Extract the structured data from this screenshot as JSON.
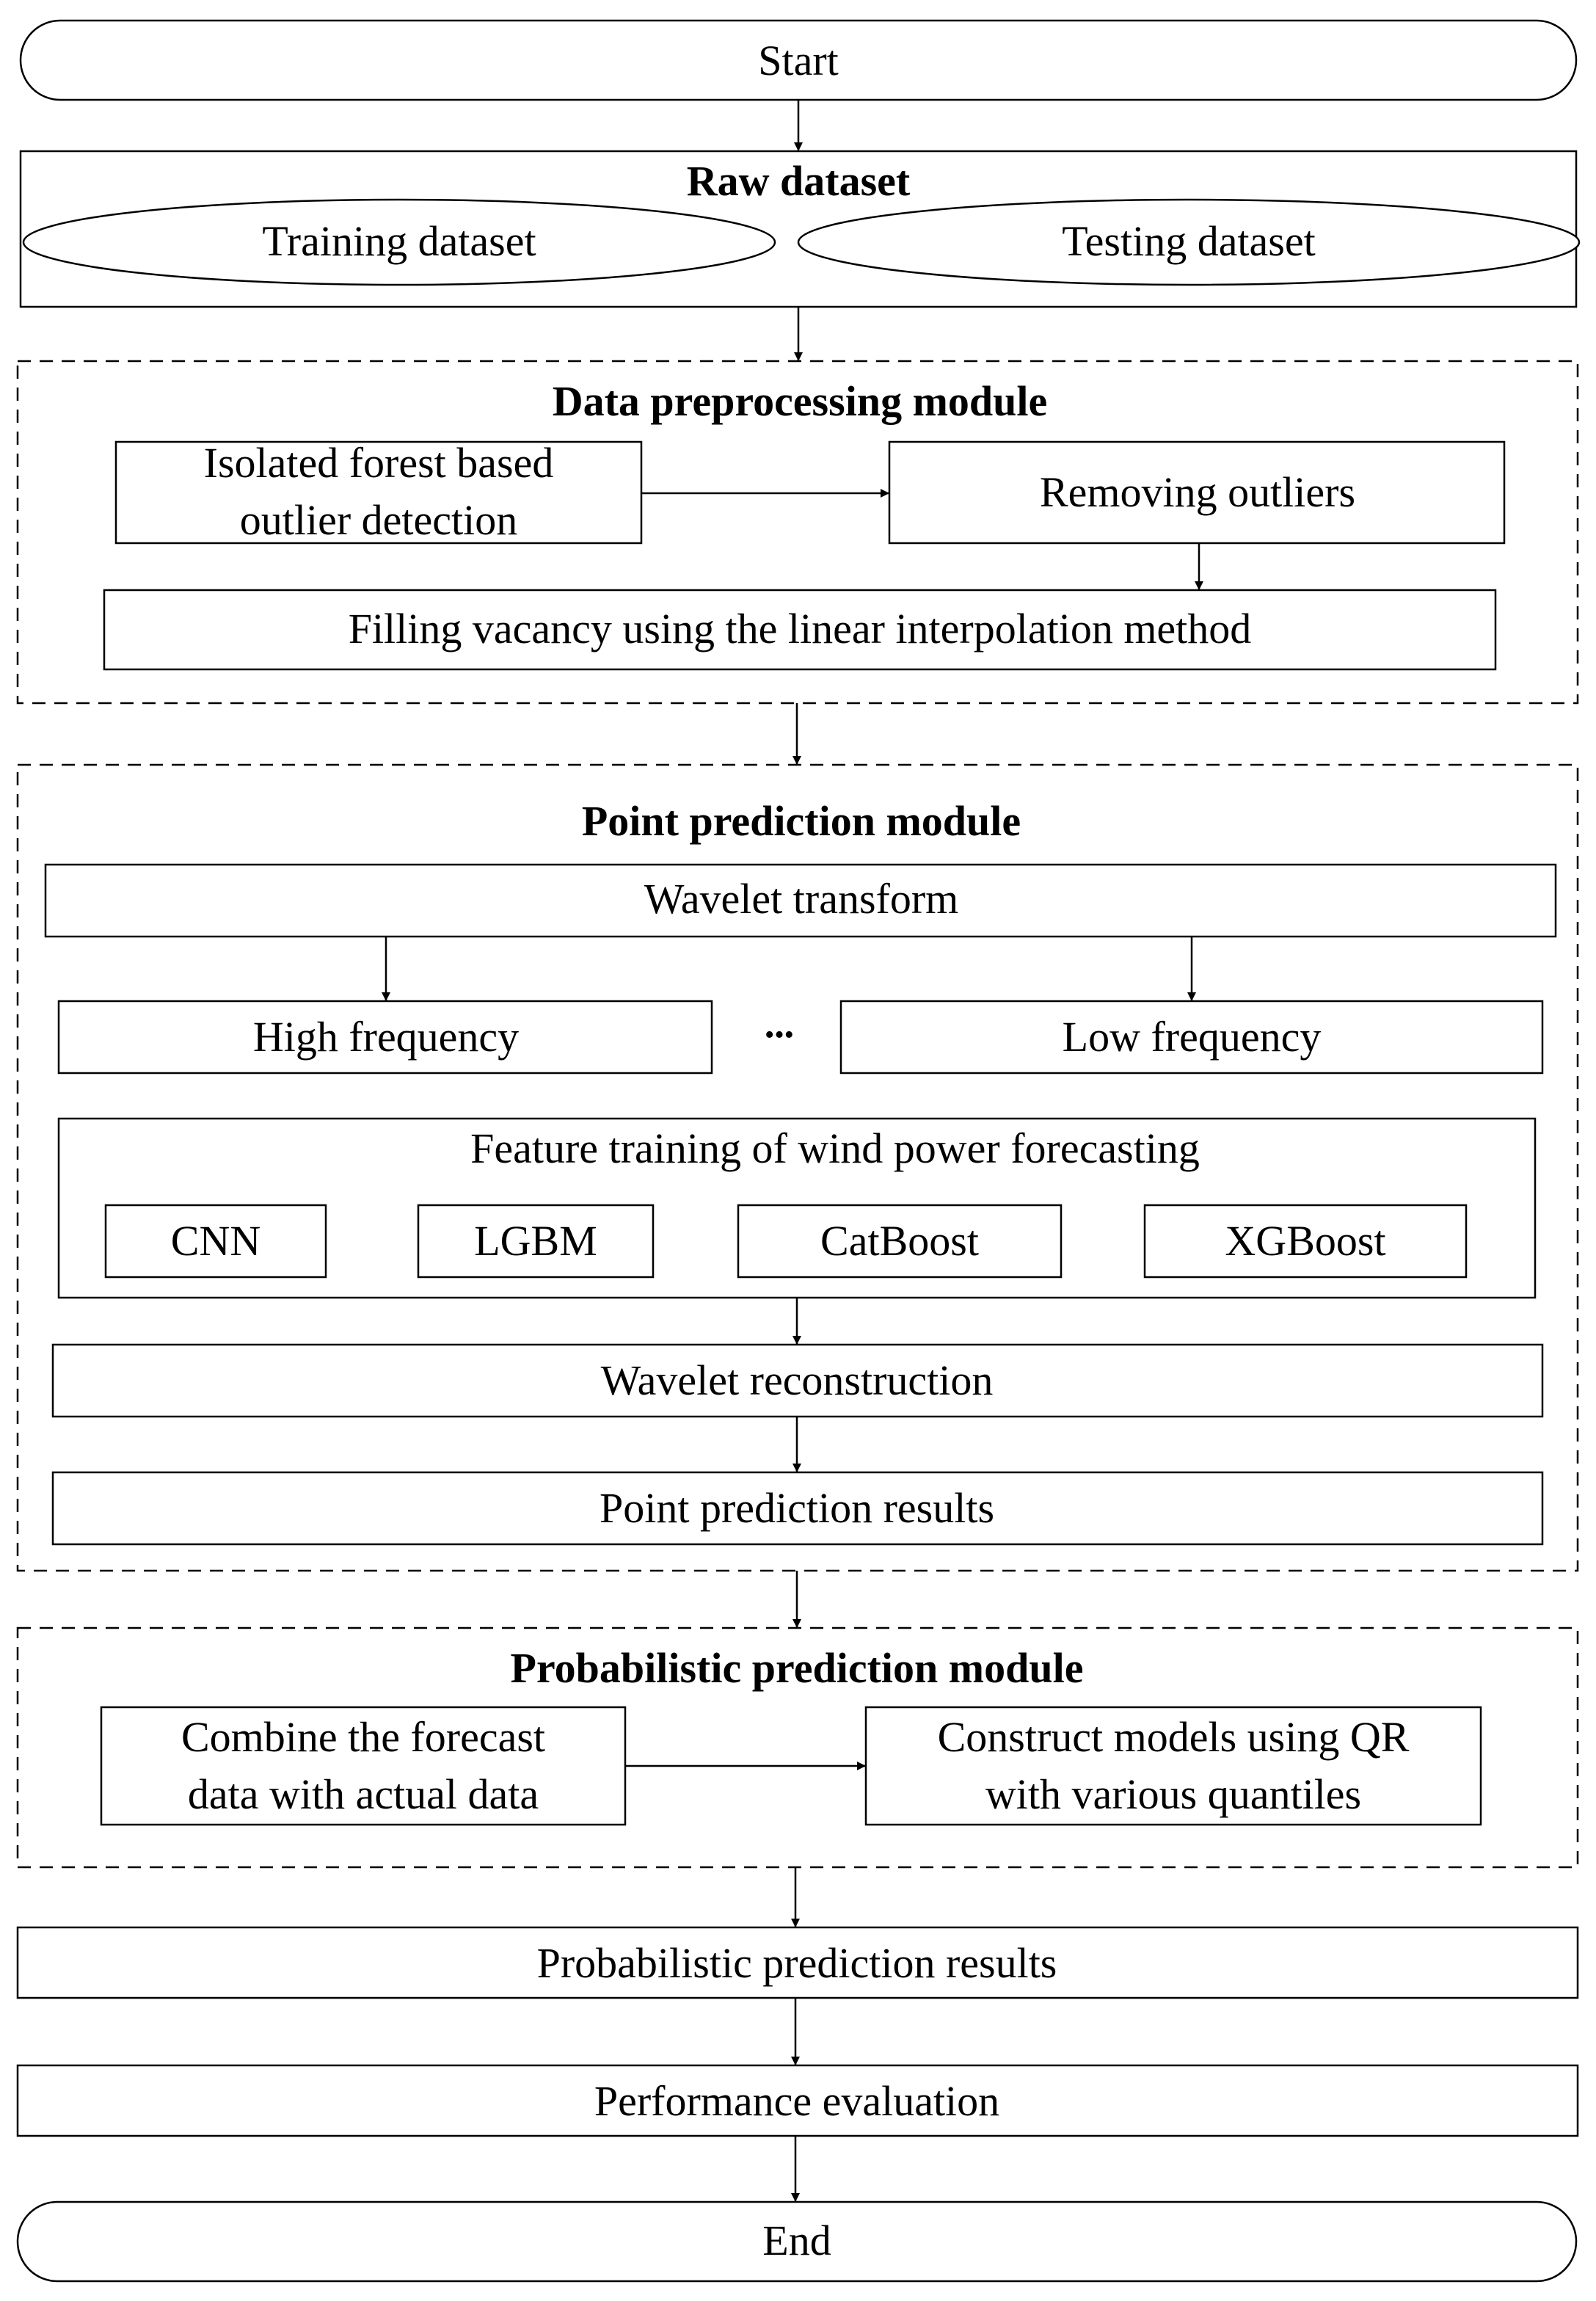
{
  "start": "Start",
  "end": "End",
  "raw_dataset": {
    "title": "Raw  dataset",
    "training": "Training dataset",
    "testing": "Testing dataset"
  },
  "preprocessing": {
    "title": "Data  preprocessing module",
    "isolated_line1": "Isolated forest based",
    "isolated_line2": "outlier detection",
    "removing": "Removing outliers",
    "filling": "Filling  vacancy using the linear interpolation method"
  },
  "point": {
    "title": "Point prediction module",
    "wavelet_transform": "Wavelet transform",
    "high": "High frequency",
    "ellipsis": "•••",
    "low": "Low frequency",
    "feature_training": "Feature training of wind power forecasting",
    "models": [
      "CNN",
      "LGBM",
      "CatBoost",
      "XGBoost"
    ],
    "wavelet_reconstruction": "Wavelet reconstruction",
    "results": "Point prediction results"
  },
  "probabilistic": {
    "title": "Probabilistic prediction module",
    "combine_line1": "Combine the forecast",
    "combine_line2": "data with actual data",
    "construct_line1": "Construct models using QR",
    "construct_line2": "with various quantiles"
  },
  "prob_results": "Probabilistic prediction results",
  "evaluation": "Performance evaluation"
}
